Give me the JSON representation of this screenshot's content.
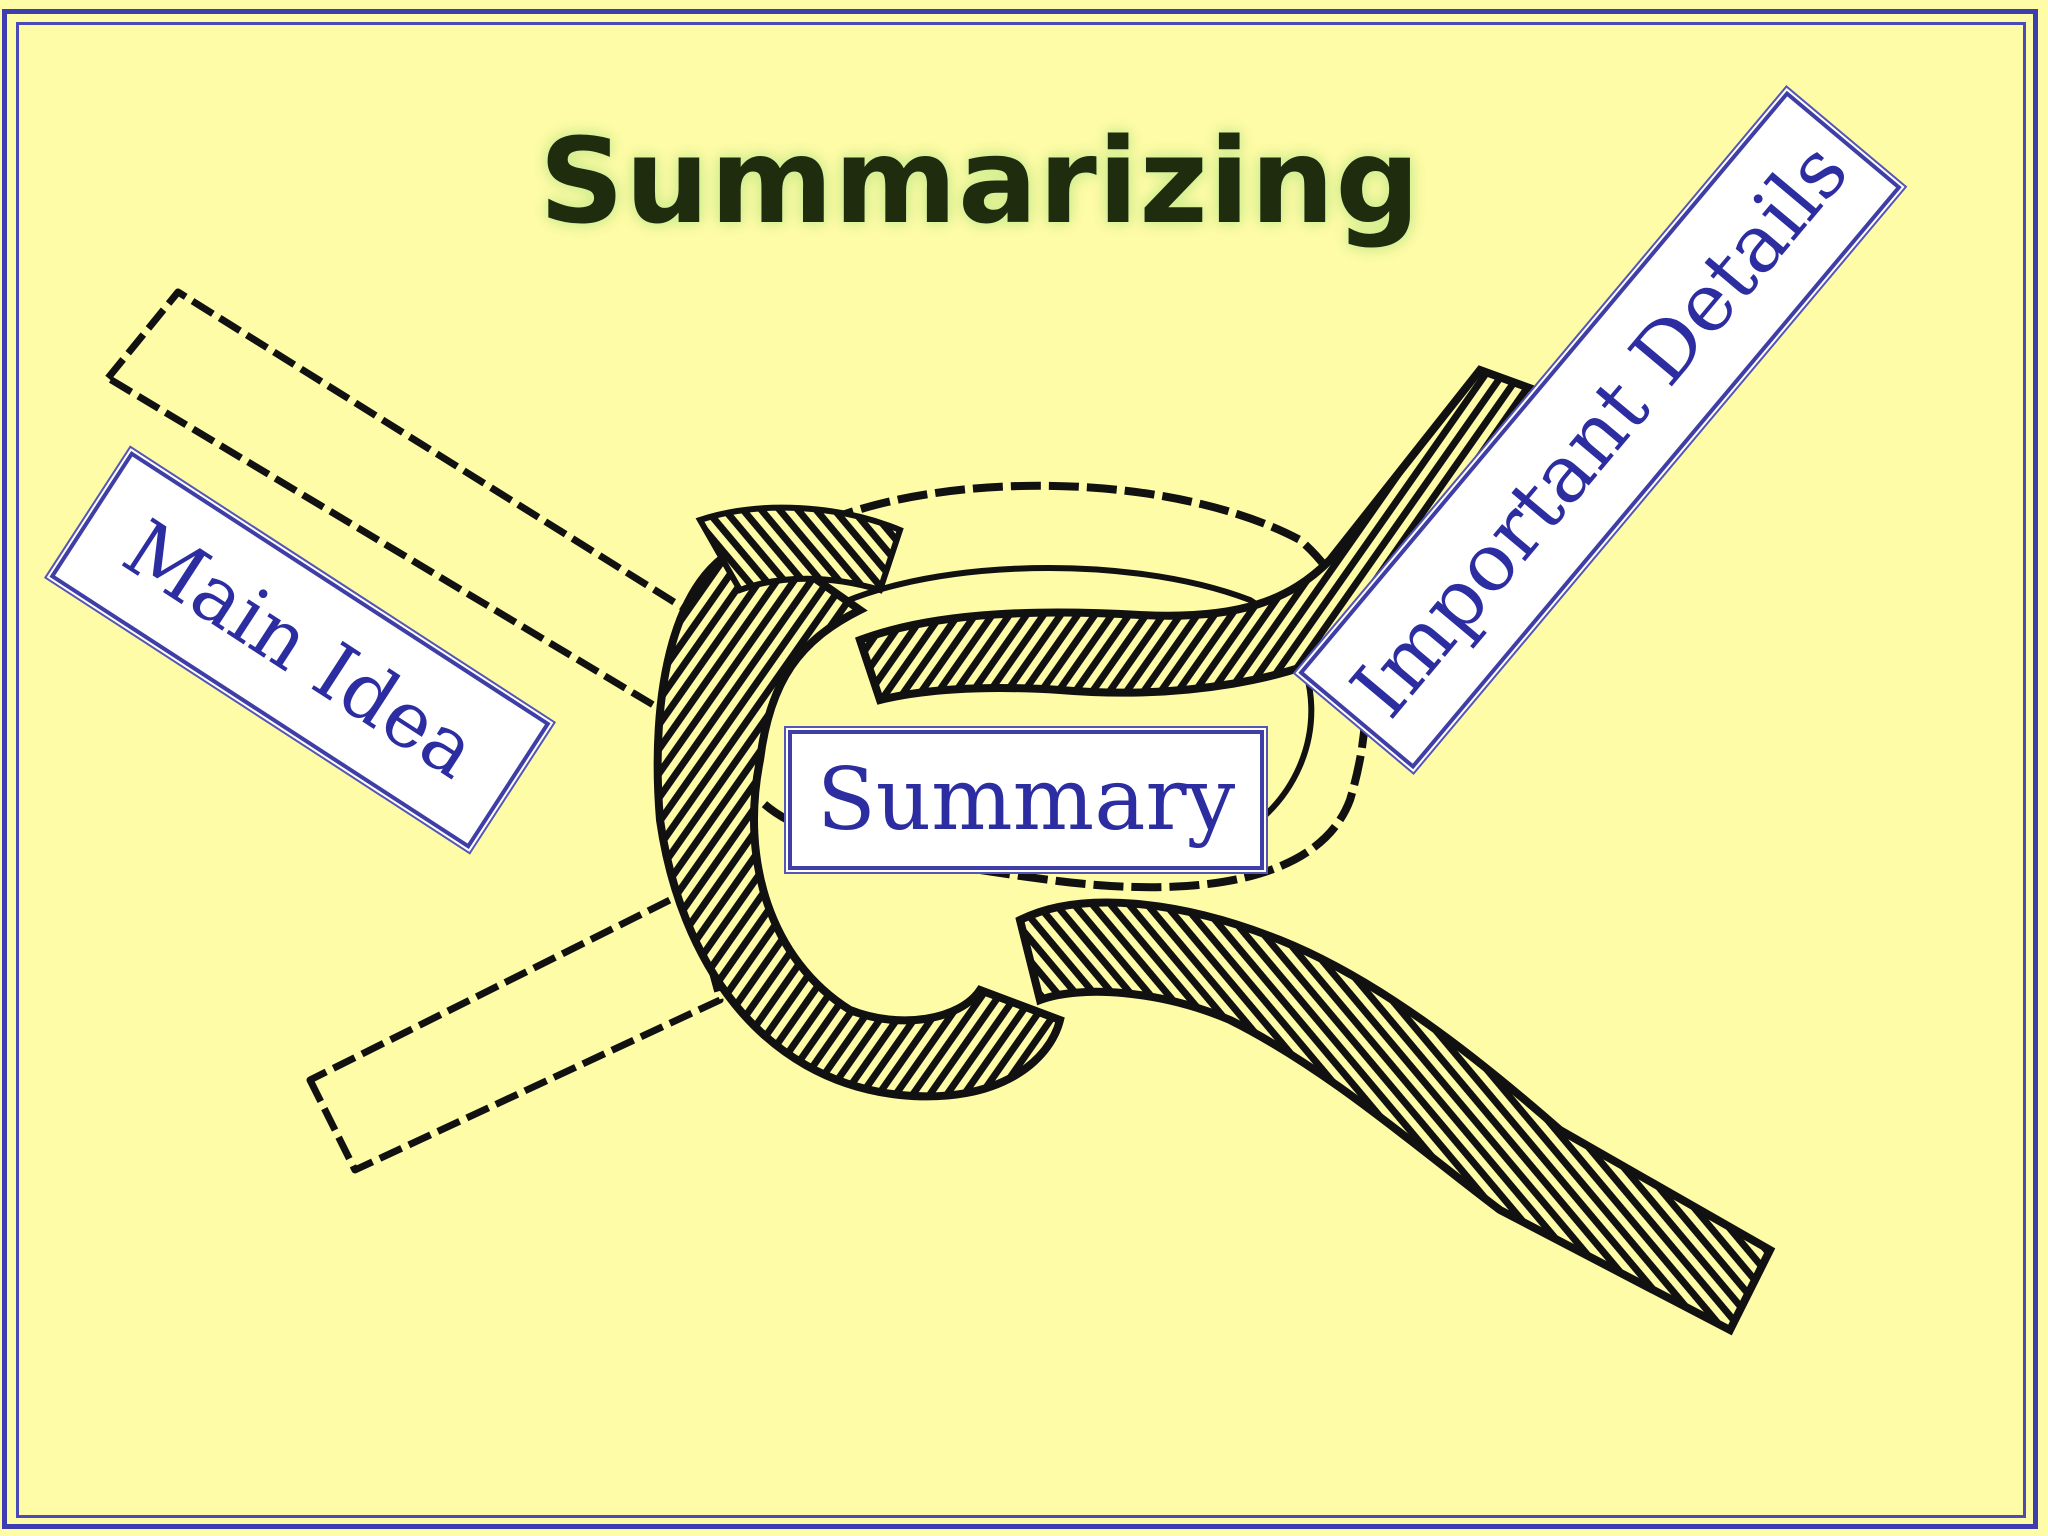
{
  "slide": {
    "title": "Summarizing",
    "background_color": "#fffca8",
    "border_color": "#3e3eb0",
    "title_color": "#1f2c0e",
    "label_text_color": "#2d2da2"
  },
  "diagram": {
    "image": "reef-knot-rope-illustration",
    "labels": {
      "main_idea": "Main Idea",
      "summary": "Summary",
      "important_details": "Important Details"
    }
  }
}
